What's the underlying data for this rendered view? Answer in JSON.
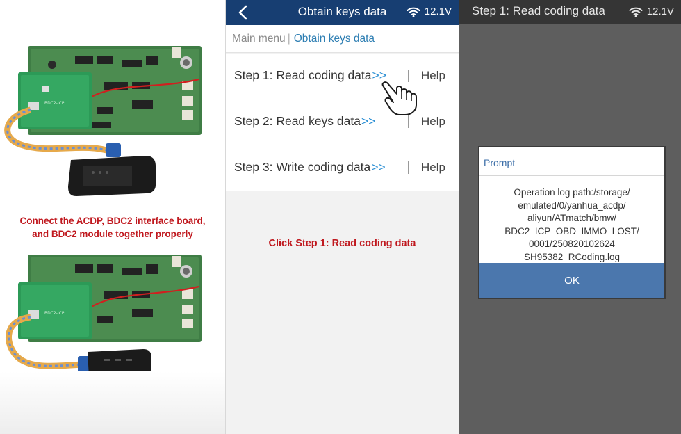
{
  "left": {
    "caption_line1": "Connect the ACDP, BDC2 interface board,",
    "caption_line2": "and BDC2 module together properly"
  },
  "middle": {
    "title": "Obtain keys data",
    "battery": "12.1V",
    "breadcrumb": {
      "main": "Main menu",
      "separator": "|",
      "current": "Obtain keys data"
    },
    "steps": [
      {
        "label": "Step 1: Read coding data",
        "arrow": ">>",
        "separator": "|",
        "help": "Help"
      },
      {
        "label": "Step 2: Read keys data",
        "arrow": ">>",
        "separator": "|",
        "help": "Help"
      },
      {
        "label": "Step 3: Write coding data",
        "arrow": ">>",
        "separator": "|",
        "help": "Help"
      }
    ],
    "caption": "Click Step 1: Read coding data"
  },
  "right": {
    "title": "Step 1: Read coding data",
    "battery": "12.1V",
    "dialog": {
      "title": "Prompt",
      "message": "Operation log path:/storage/\nemulated/0/yanhua_acdp/\naliyun/ATmatch/bmw/\nBDC2_ICP_OBD_IMMO_LOST/\n0001/250820102624\nSH95382_RCoding.log",
      "ok_label": "OK"
    }
  },
  "colors": {
    "header": "#173e72",
    "accent": "#2b8fd4",
    "caption_red": "#c0191f",
    "ok_button": "#4b77ad"
  },
  "icons": {
    "back": "chevron-left-icon",
    "wifi": "wifi-icon",
    "pointer": "pointing-hand-icon"
  }
}
